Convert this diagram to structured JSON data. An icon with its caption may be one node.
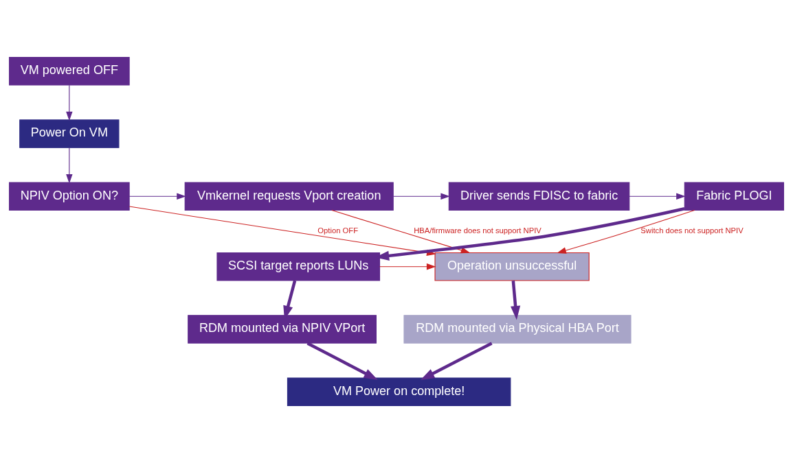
{
  "diagram": {
    "nodes": [
      {
        "text": [
          "VM powered OFF"
        ]
      },
      {
        "text": [
          "Power On VM"
        ]
      },
      {
        "text": [
          "NPIV Option ON?"
        ]
      },
      {
        "text": [
          "Vmkernel requests Vport creation"
        ]
      },
      {
        "text": [
          "Driver sends FDISC to fabric"
        ]
      },
      {
        "text": [
          "Fabric PLOGI"
        ]
      },
      {
        "text": [
          "SCSI target reports LUNs"
        ]
      },
      {
        "text": [
          "Operation unsuccessful"
        ]
      },
      {
        "text": [
          "RDM mounted via Physical HBA Port"
        ]
      },
      {
        "text": [
          "RDM mounted via NPIV VPort"
        ]
      },
      {
        "text": [
          "VM Power on complete!"
        ]
      }
    ],
    "edges": [
      {
        "from": 0,
        "to": 1,
        "arrow": "to"
      },
      {
        "from": 1,
        "to": 2,
        "arrow": "to"
      },
      {
        "from": 2,
        "to": 3,
        "arrow": "to"
      },
      {
        "from": 3,
        "to": 4,
        "arrow": "to"
      },
      {
        "from": 4,
        "to": 5,
        "arrow": "to"
      },
      {
        "from": 5,
        "to": 6,
        "arrow": "to",
        "style": "thick"
      },
      {
        "from": 2,
        "to": 7,
        "arrow": "to",
        "label": "Option OFF",
        "color": "#cc2222"
      },
      {
        "from": 3,
        "to": 7,
        "arrow": "to",
        "label": "HBA/firmware does not support NPIV",
        "color": "#cc2222"
      },
      {
        "from": 5,
        "to": 7,
        "arrow": "to",
        "label": "Switch does not support NPIV",
        "color": "#cc2222"
      },
      {
        "from": 6,
        "to": 7,
        "arrow": "to",
        "color": "#cc2222"
      },
      {
        "from": 7,
        "to": 8,
        "arrow": "to",
        "style": "thick"
      },
      {
        "from": 6,
        "to": 9,
        "arrow": "to",
        "style": "thick"
      },
      {
        "from": 8,
        "to": 10,
        "arrow": "to",
        "style": "thick"
      },
      {
        "from": 9,
        "to": 10,
        "arrow": "to",
        "style": "thick"
      }
    ]
  }
}
